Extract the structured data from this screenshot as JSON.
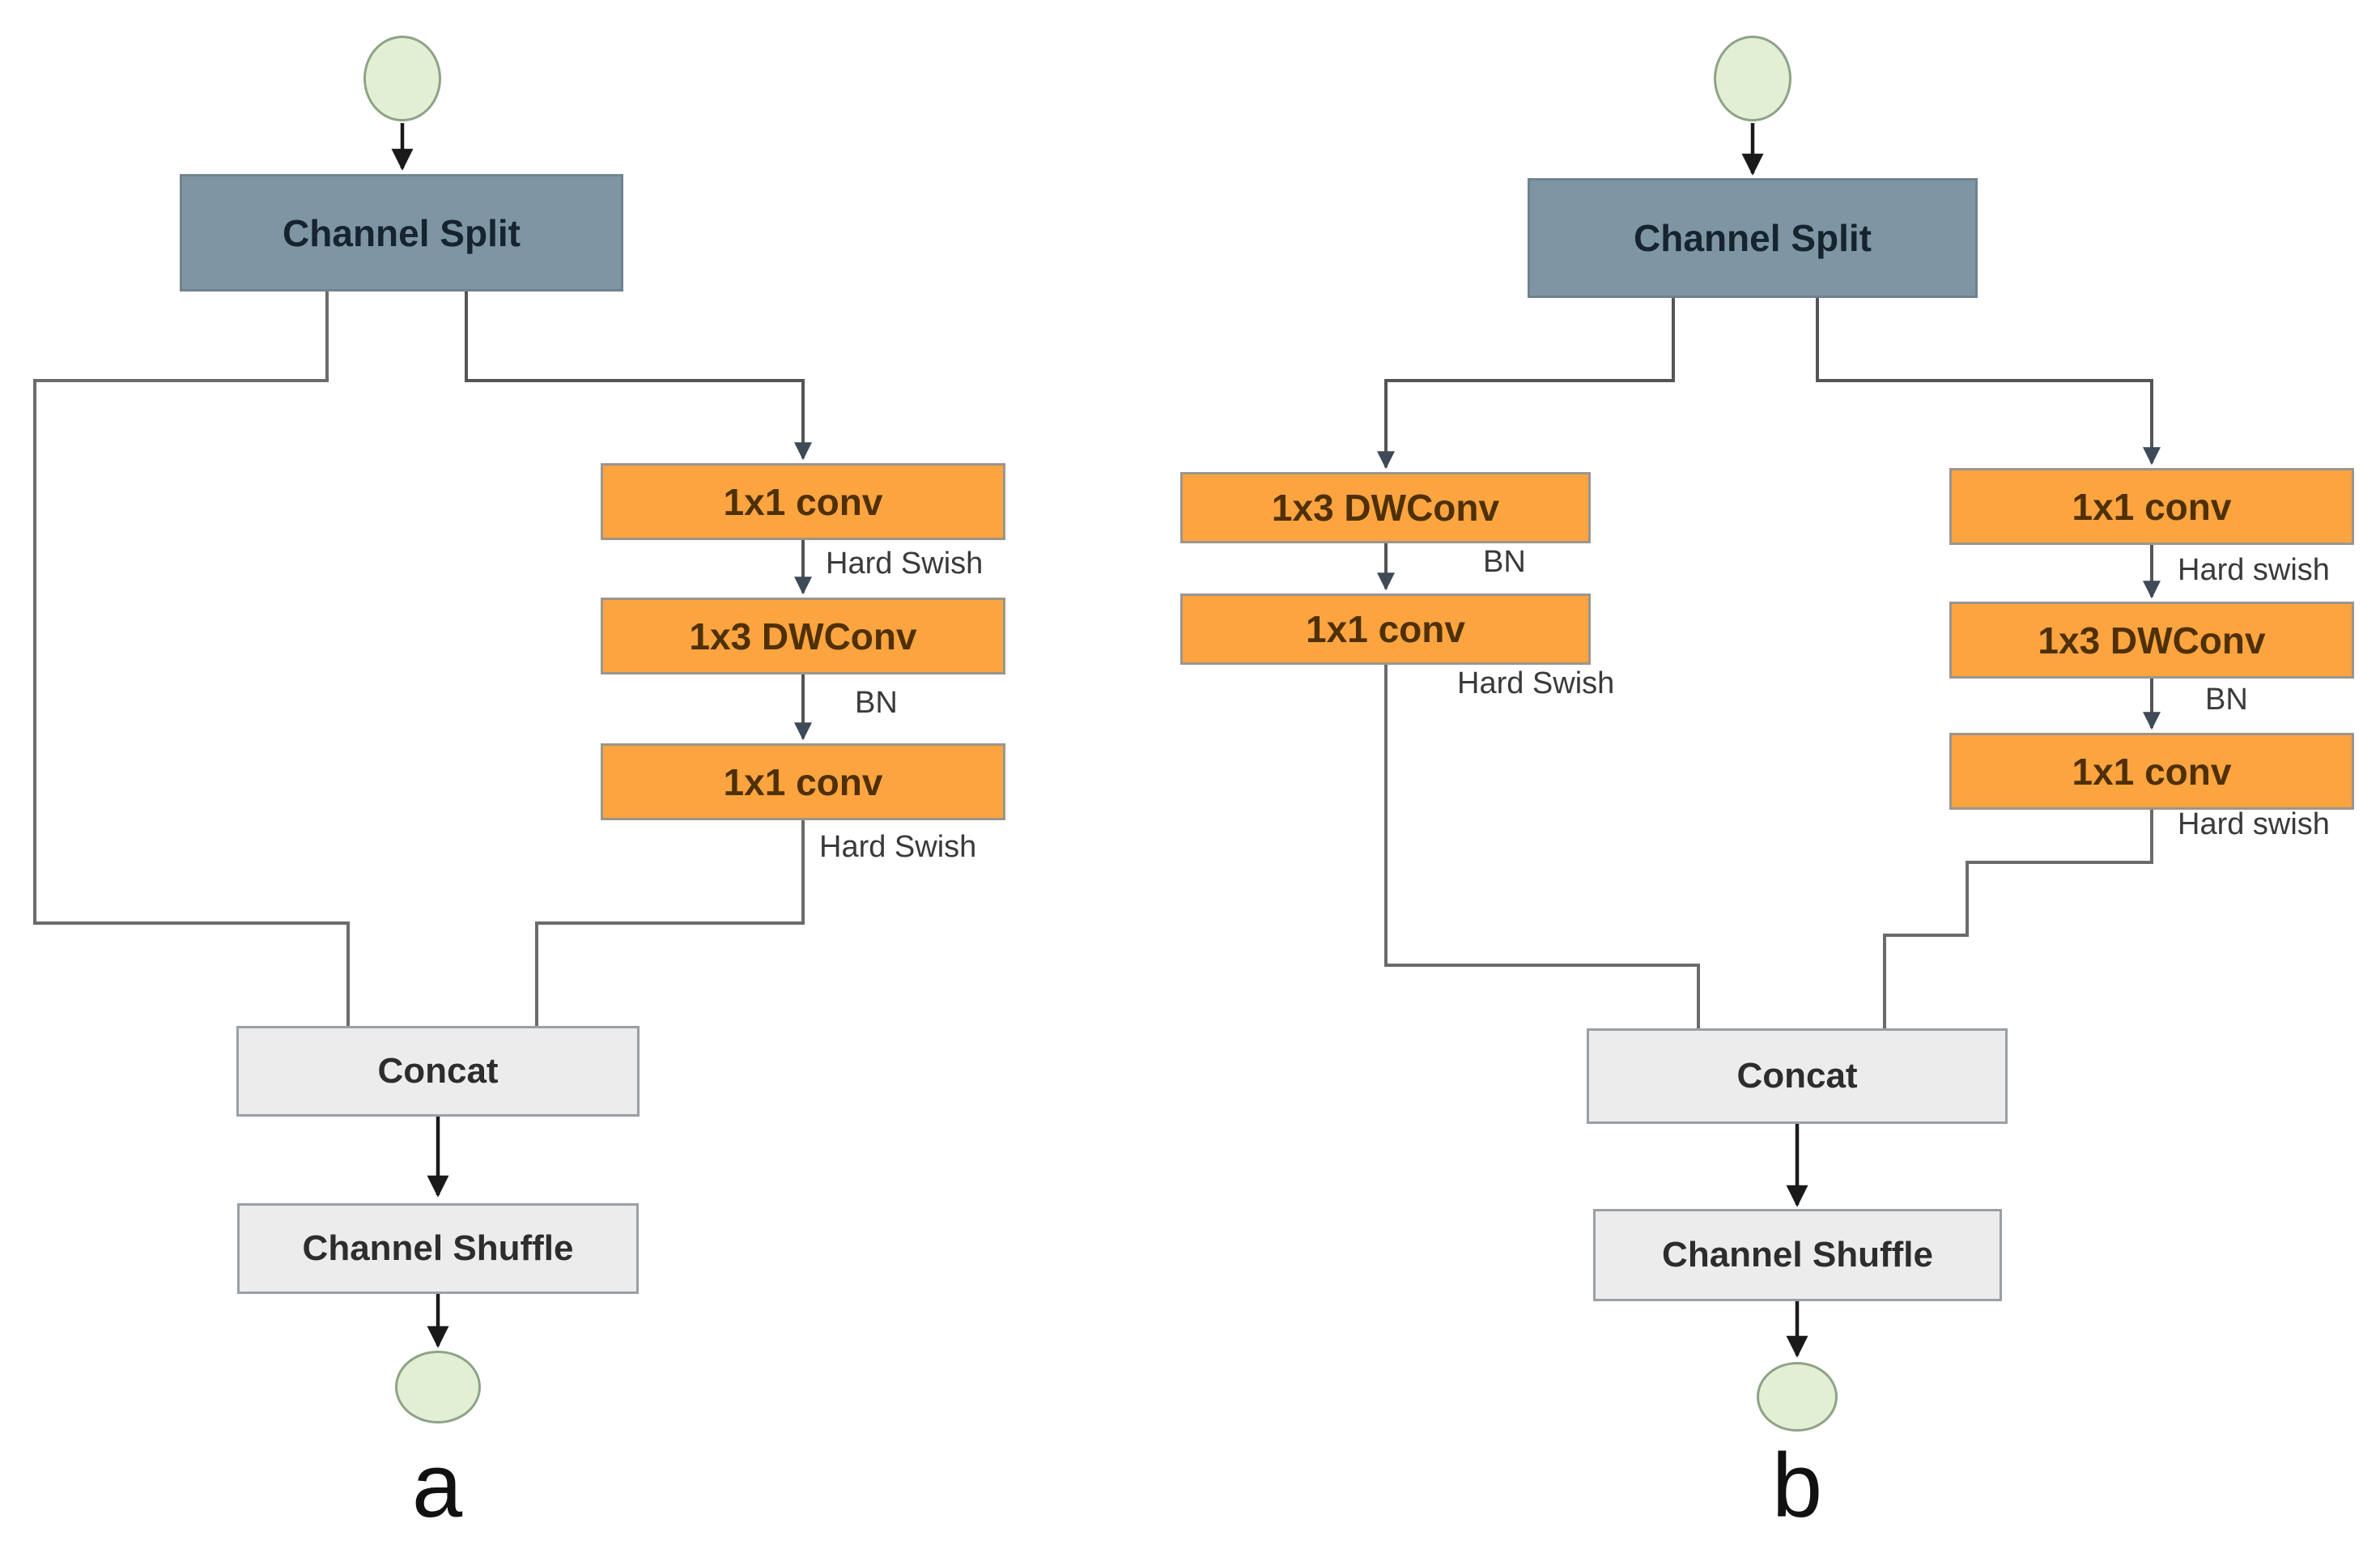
{
  "figure": {
    "type": "neural-network-block-diagram",
    "description_visible_text_only": true
  },
  "diagram_a": {
    "caption": "a",
    "input_node": "",
    "split_label": "Channel Split",
    "branch_boxes": [
      "1x1 conv",
      "1x3 DWConv",
      "1x1 conv"
    ],
    "edge_labels": [
      "Hard Swish",
      "BN",
      "Hard Swish"
    ],
    "concat_label": "Concat",
    "shuffle_label": "Channel Shuffle",
    "output_node": ""
  },
  "diagram_b": {
    "caption": "b",
    "input_node": "",
    "split_label": "Channel Split",
    "left_boxes": [
      "1x3 DWConv",
      "1x1 conv"
    ],
    "left_edge_labels": [
      "BN",
      "Hard Swish"
    ],
    "right_boxes": [
      "1x1 conv",
      "1x3 DWConv",
      "1x1 conv"
    ],
    "right_edge_labels": [
      "Hard swish",
      "BN",
      "Hard swish"
    ],
    "concat_label": "Concat",
    "shuffle_label": "Channel Shuffle",
    "output_node": ""
  },
  "colors": {
    "split_fill": "#7e95a3",
    "split_text": "#16242f",
    "conv_fill": "#fba440",
    "conv_text": "#4f3005",
    "gray_fill": "#ececec",
    "node_fill": "#e3efd4",
    "wire": "#6b6b6b",
    "arrow": "#1a1a1a",
    "background": "#ffffff"
  }
}
